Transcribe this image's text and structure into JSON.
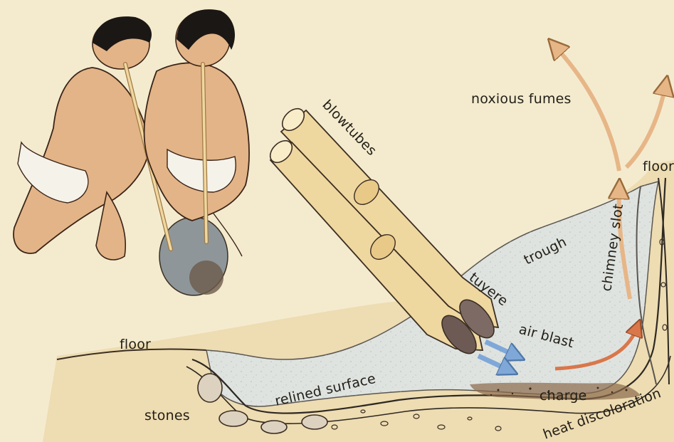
{
  "labels": {
    "blowtubes": "blowtubes",
    "noxious_fumes": "noxious fumes",
    "floor_right": "floor",
    "trough": "trough",
    "chimney_slot": "chimney slot",
    "tuyere": "tuyere",
    "air_blast": "air blast",
    "floor_left": "floor",
    "relined_surface": "relined surface",
    "charge": "charge",
    "stones": "stones",
    "heat_discoloration": "heat discoloration"
  },
  "colors": {
    "background": "#f4ebcf",
    "earth": "#eedcb2",
    "trough_lining": "#dfe3e0",
    "skin": "#e3b487",
    "hair": "#1b1714",
    "bamboo": "#efd7a0",
    "air_blast_arrow": "#7fa8d8",
    "fumes_arrow": "#e7b687",
    "charge": "#8a6a4c"
  }
}
